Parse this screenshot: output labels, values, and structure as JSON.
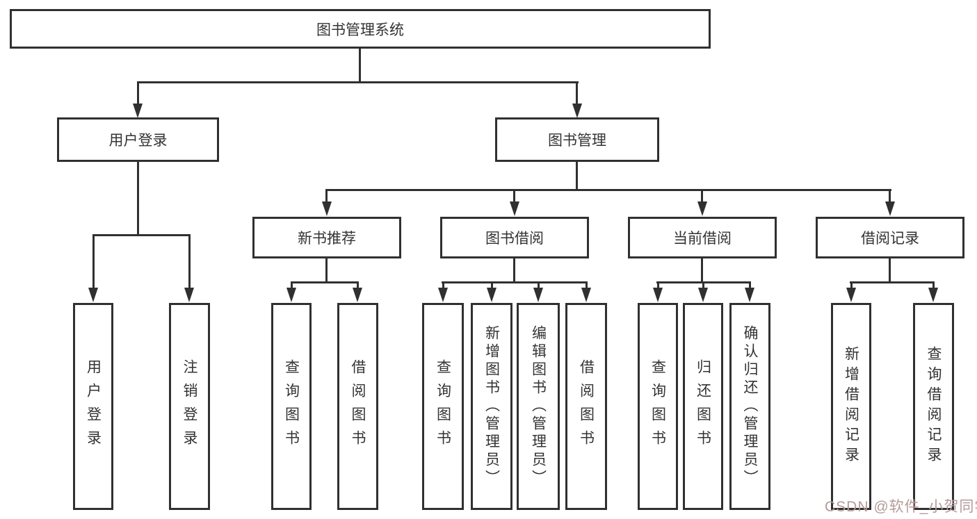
{
  "diagram": {
    "root": {
      "label": "图书管理系统"
    },
    "level2": {
      "user_login": {
        "label": "用户登录"
      },
      "book_mgmt": {
        "label": "图书管理"
      }
    },
    "level3": {
      "new_book_rec": {
        "label": "新书推荐"
      },
      "book_borrow": {
        "label": "图书借阅"
      },
      "current_borrow": {
        "label": "当前借阅"
      },
      "borrow_record": {
        "label": "借阅记录"
      }
    },
    "leaves": {
      "user_login": [
        "用户登录",
        "注销登录"
      ],
      "new_book_rec": [
        "查询图书",
        "借阅图书"
      ],
      "book_borrow": [
        "查询图书",
        "新增图书（管理员）",
        "编辑图书（管理员）",
        "借阅图书"
      ],
      "current_borrow": [
        "查询图书",
        "归还图书",
        "确认归还（管理员）"
      ],
      "borrow_record": [
        "新增借阅记录",
        "查询借阅记录"
      ]
    }
  },
  "watermark": {
    "text": "CSDN @软件_小贺同学",
    "color": "#b59a9a"
  },
  "colors": {
    "line": "#303030",
    "text": "#333333",
    "background": "#ffffff"
  }
}
